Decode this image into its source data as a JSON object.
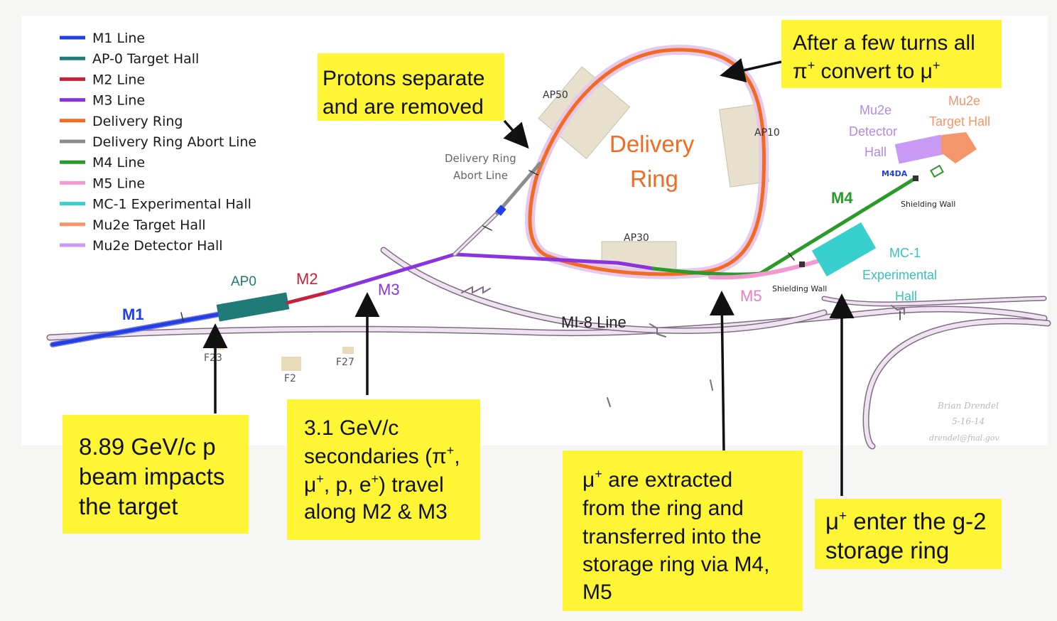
{
  "legend": [
    {
      "label": "M1 Line",
      "color": "#1f3fe8"
    },
    {
      "label": "AP-0 Target Hall",
      "color": "#1f7a78"
    },
    {
      "label": "M2 Line",
      "color": "#c8203a"
    },
    {
      "label": "M3 Line",
      "color": "#8a34e0"
    },
    {
      "label": "Delivery Ring",
      "color": "#f26b22"
    },
    {
      "label": "Delivery Ring Abort Line",
      "color": "#8c8c8c"
    },
    {
      "label": "M4 Line",
      "color": "#2a9a2a"
    },
    {
      "label": "M5 Line",
      "color": "#f29ad0"
    },
    {
      "label": "MC-1 Experimental Hall",
      "color": "#38cfcf"
    },
    {
      "label": "Mu2e Target Hall",
      "color": "#f5956a"
    },
    {
      "label": "Mu2e Detector Hall",
      "color": "#c89af5"
    }
  ],
  "map_labels": {
    "m1": "M1",
    "ap0": "AP0",
    "m2": "M2",
    "m3": "M3",
    "m4": "M4",
    "m5": "M5",
    "mi8": "MI-8 Line",
    "ap50": "AP50",
    "ap10": "AP10",
    "ap30": "AP30",
    "m4da": "M4DA",
    "delivery_ring_1": "Delivery",
    "delivery_ring_2": "Ring",
    "abort_line_1": "Delivery Ring",
    "abort_line_2": "Abort Line",
    "mu2e_detector_1": "Mu2e",
    "mu2e_detector_2": "Detector",
    "mu2e_detector_3": "Hall",
    "mu2e_target_1": "Mu2e",
    "mu2e_target_2": "Target Hall",
    "mc1_1": "MC-1",
    "mc1_2": "Experimental",
    "mc1_3": "Hall",
    "shielding_wall_1": "Shielding Wall",
    "shielding_wall_2": "Shielding Wall",
    "f23": "F23",
    "f2": "F2",
    "f27": "F27",
    "signature_1": "Brian Drendel",
    "signature_2": "5-16-14",
    "signature_3": "drendel@fnal.gov"
  },
  "callouts": {
    "protons_1": "Protons separate",
    "protons_2": "and are removed",
    "turns_1": "After a few turns all",
    "turns_2a": "π",
    "turns_2b": "+",
    "turns_2c": " convert to μ",
    "turns_2d": "+",
    "beam_1": "8.89 GeV/c p",
    "beam_2": "beam impacts",
    "beam_3": "the target",
    "sec_1": "3.1 GeV/c",
    "sec_2a": "secondaries (π",
    "sec_2b": "+",
    "sec_2c": ",",
    "sec_3a": "μ",
    "sec_3b": "+",
    "sec_3c": ", p, e",
    "sec_3d": "+",
    "sec_3e": ") travel",
    "sec_4": "along M2 & M3",
    "ext_1a": "μ",
    "ext_1b": "+",
    "ext_1c": " are extracted",
    "ext_2": "from the ring and",
    "ext_3": "transferred into the",
    "ext_4": "storage ring via M4,",
    "ext_5": "M5",
    "g2_1a": "μ",
    "g2_1b": "+",
    "g2_1c": " enter the g-2",
    "g2_2": "storage ring"
  },
  "colors": {
    "callout_bg": "#fef534",
    "pipe": "#e8d8ec",
    "pipe_edge": "#8a7a8e"
  }
}
